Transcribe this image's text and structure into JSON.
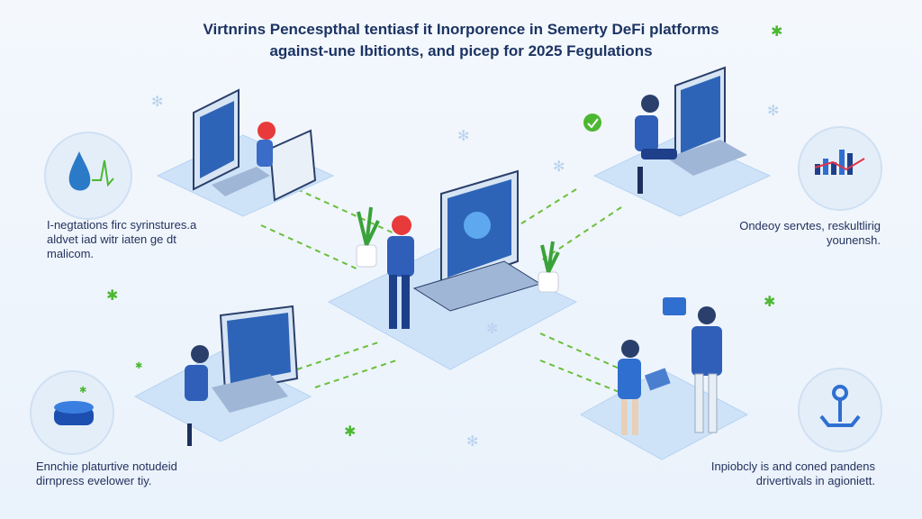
{
  "title": {
    "line1": "Virtnrins Pencespthal tentiasf it Inorporence in Semerty DeFi platforms",
    "line2": "against-une Ibitionts, and picep for 2025 Fegulations"
  },
  "captions": {
    "top_left": [
      "I-negtations firc syrinstures.a",
      "aldvet iad witr iaten ge dt",
      "malicom."
    ],
    "top_right": [
      "Ondeoy servtes, reskultlirig",
      "younensh."
    ],
    "bottom_left": [
      "Ennchie platurtive notudeid",
      "dirnpress evelower tiy."
    ],
    "bottom_right": [
      "Inpiobcly is and coned pandens",
      "drivertivals in agioniett."
    ]
  },
  "icons": [
    "water-drop-icon",
    "bar-chart-icon",
    "router-device-icon",
    "anchor-person-icon",
    "check-badge-icon"
  ],
  "colors": {
    "accent_blue": "#2f6fd0",
    "accent_green": "#4cb832",
    "title": "#1c3463",
    "platform": "#cfe3f8"
  }
}
